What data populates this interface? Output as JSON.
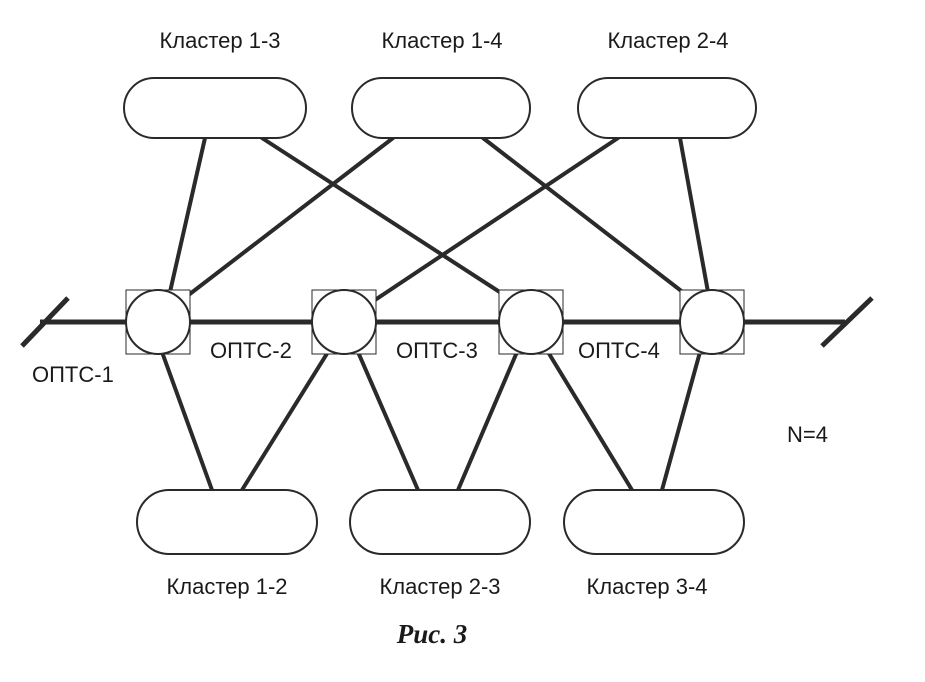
{
  "clusters": {
    "c13": "Кластер 1-3",
    "c14": "Кластер 1-4",
    "c24": "Кластер 2-4",
    "c12": "Кластер 1-2",
    "c23": "Кластер 2-3",
    "c34": "Кластер 3-4"
  },
  "nodes": {
    "n1": "ОПТС-1",
    "n2": "ОПТС-2",
    "n3": "ОПТС-3",
    "n4": "ОПТС-4"
  },
  "note": "N=4",
  "caption": "Рис. 3"
}
